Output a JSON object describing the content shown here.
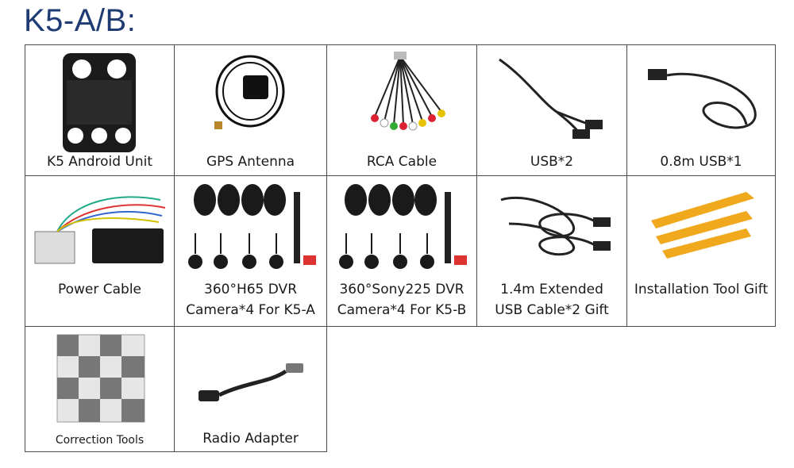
{
  "title": "K5-A/B:",
  "items": [
    {
      "lines": [
        "K5 Android Unit"
      ],
      "icon": "android-unit-icon"
    },
    {
      "lines": [
        "GPS Antenna"
      ],
      "icon": "gps-antenna-icon"
    },
    {
      "lines": [
        "RCA Cable"
      ],
      "icon": "rca-cable-icon"
    },
    {
      "lines": [
        "USB*2"
      ],
      "icon": "usb-cable-icon"
    },
    {
      "lines": [
        "0.8m USB*1"
      ],
      "icon": "usb-cable-icon"
    },
    {
      "lines": [
        "Power Cable"
      ],
      "icon": "power-cable-icon"
    },
    {
      "lines": [
        "360°H65 DVR",
        "Camera*4 For K5-A"
      ],
      "icon": "camera-kit-icon"
    },
    {
      "lines": [
        "360°Sony225 DVR",
        "Camera*4 For K5-B"
      ],
      "icon": "camera-kit-icon"
    },
    {
      "lines": [
        "1.4m Extended",
        "USB Cable*2 Gift"
      ],
      "icon": "usb-extension-icon"
    },
    {
      "lines": [
        "Installation Tool Gift"
      ],
      "icon": "pry-tool-icon"
    },
    {
      "lines": [
        "Correction Tools"
      ],
      "icon": "calibration-cloth-icon"
    },
    {
      "lines": [
        "Radio Adapter"
      ],
      "icon": "radio-adapter-icon"
    }
  ]
}
